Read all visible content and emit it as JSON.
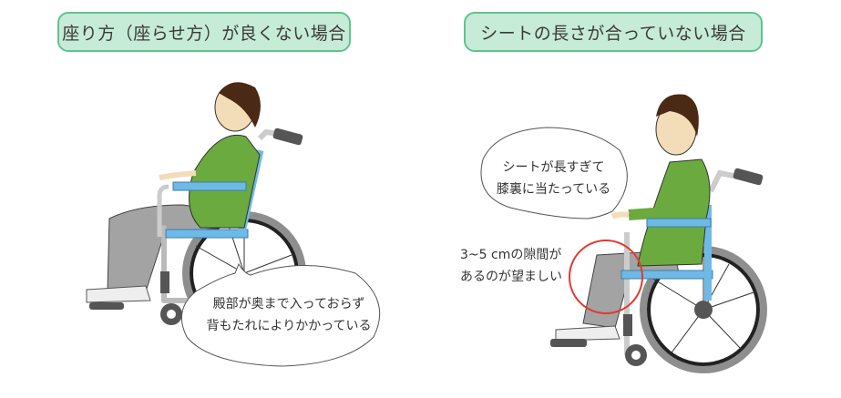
{
  "panels": [
    {
      "heading": "座り方（座らせ方）が良くない場合",
      "callout_lines": [
        "殿部が奥まで入っておらず",
        "背もたれによりかかっている"
      ]
    },
    {
      "heading": "シートの長さが合っていない場合",
      "callout_lines": [
        "シートが長すぎて",
        "膝裏に当たっている"
      ],
      "note_lines": [
        "3~5 cmの隙間が",
        "あるのが望ましい"
      ]
    }
  ],
  "colors": {
    "heading_bg": "#c6ebd6",
    "heading_border": "#5fc48e",
    "shirt": "#6aaa3e",
    "pants": "#a3a3a3",
    "seat_blue": "#6fb9e6",
    "hair": "#4a2a14",
    "skin": "#f3dcb8",
    "highlight_circle": "#e03a2e"
  }
}
